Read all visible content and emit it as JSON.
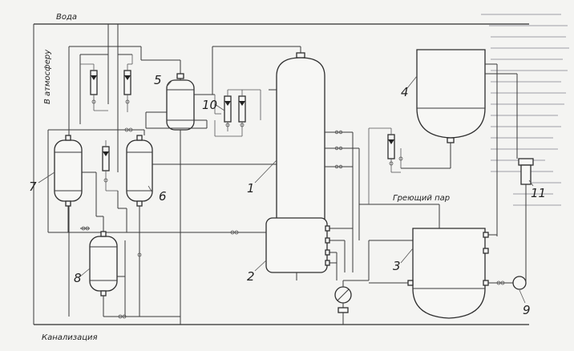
{
  "labels": {
    "water": "Вода",
    "atmosphere": "В атмосферу",
    "steam": "Греющий пар",
    "sewer": "Канализация"
  },
  "numbers": {
    "n1": "1",
    "n2": "2",
    "n3": "3",
    "n4": "4",
    "n5": "5",
    "n6": "6",
    "n7": "7",
    "n8": "8",
    "n9": "9",
    "n10": "10",
    "n11": "11"
  },
  "colors": {
    "line": "#2e2e2e",
    "paper": "#f4f4f2"
  }
}
